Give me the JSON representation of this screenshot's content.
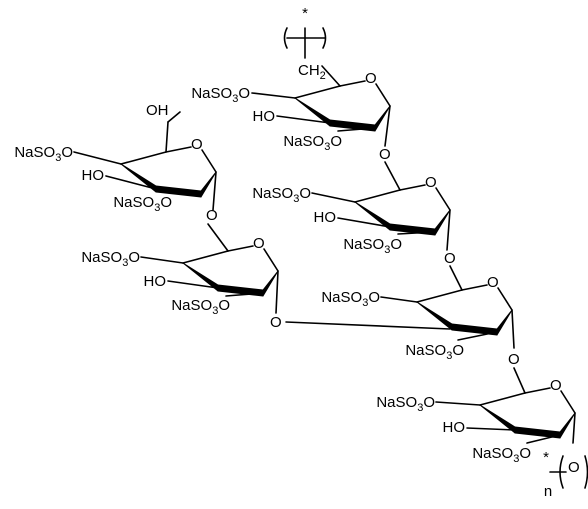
{
  "molecule": {
    "polymer_end_star": "*",
    "ch2_label": "CH2",
    "ring_oxygen": "O",
    "bridge_oxygen": "O",
    "bracket_star": "*",
    "repeat_n": "n",
    "rings": [
      {
        "id": "r1",
        "o_labels": [
          {
            "t": "NaSO3O"
          },
          {
            "t": "HO"
          },
          {
            "t": "NaSO3O"
          }
        ]
      },
      {
        "id": "r2",
        "o_labels": [
          {
            "t": "NaSO3O"
          },
          {
            "t": "HO"
          },
          {
            "t": "NaSO3O"
          }
        ]
      },
      {
        "id": "r3",
        "o_labels": [
          {
            "t": "NaSO3O"
          },
          {
            "t": "NaSO3O"
          }
        ]
      },
      {
        "id": "r4",
        "o_labels": [
          {
            "t": "NaSO3O"
          },
          {
            "t": "HO"
          },
          {
            "t": "NaSO3O"
          }
        ]
      },
      {
        "id": "r5",
        "o_labels": [
          {
            "t": "NaSO3O"
          },
          {
            "t": "HO"
          },
          {
            "t": "NaSO3O"
          }
        ]
      },
      {
        "id": "r6",
        "o_labels": [
          {
            "t": "NaSO3O"
          },
          {
            "t": "HO"
          },
          {
            "t": "NaSO3O"
          }
        ],
        "ch2oh_label": "OH"
      }
    ]
  }
}
